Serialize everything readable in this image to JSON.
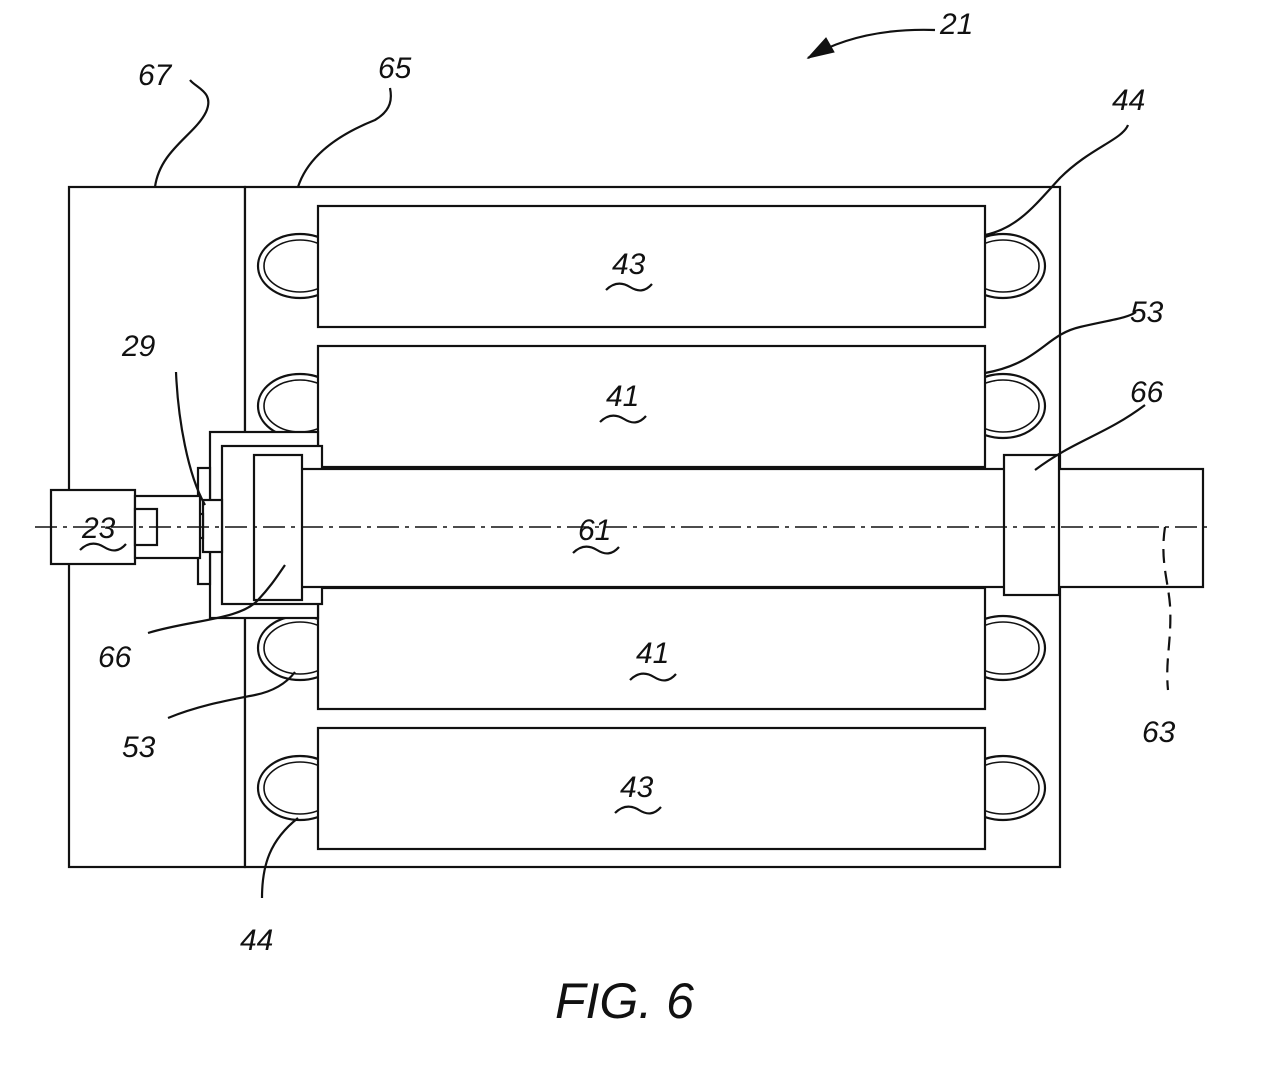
{
  "figure": {
    "caption": "FIG. 6",
    "labels": {
      "assembly": "21",
      "housing_left": "67",
      "housing_main": "65",
      "loop_top_right": "44",
      "loop_upper_right": "53",
      "bearing_right": "66",
      "axis": "63",
      "shaft": "61",
      "part_29": "29",
      "actuator": "23",
      "bearing_left": "66",
      "loop_lower_left": "53",
      "loop_bottom_left": "44",
      "core_top": "43",
      "core_upper": "41",
      "core_lower": "41",
      "core_bottom": "43"
    }
  }
}
